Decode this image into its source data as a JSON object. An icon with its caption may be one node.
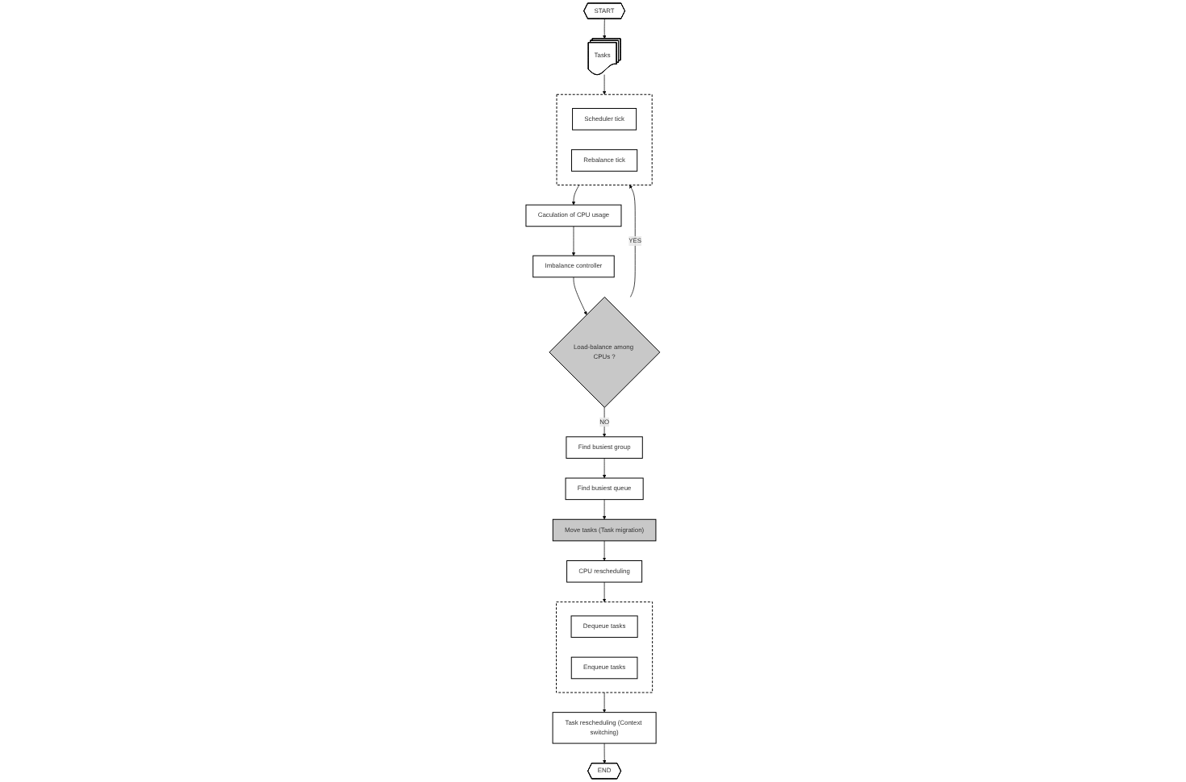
{
  "diagram": {
    "nodes": [
      {
        "text": [
          "START"
        ]
      },
      {
        "text": [
          "Tasks"
        ]
      },
      {
        "text": [],
        "shape": "box"
      },
      {
        "text": [
          "Scheduler tick"
        ],
        "in": 2
      },
      {
        "text": [
          "Rebalance tick"
        ],
        "in": 2
      },
      {
        "text": [
          "Caculation of CPU usage"
        ]
      },
      {
        "text": [
          "Imbalance controller"
        ]
      },
      {
        "text": [
          "Load-balance among CPUs ?"
        ]
      },
      {
        "text": [
          "Find busiest group"
        ]
      },
      {
        "text": [
          "Find busiest queue"
        ]
      },
      {
        "text": [
          "Move tasks (Task migration)"
        ]
      },
      {
        "text": [
          "CPU rescheduling"
        ]
      },
      {
        "text": [],
        "shape": "box"
      },
      {
        "text": [
          "Dequeue tasks"
        ],
        "in": 12
      },
      {
        "text": [
          "Enqueue tasks"
        ],
        "in": 12
      },
      {
        "text": [
          "Task rescheduling (Context switching)"
        ]
      },
      {
        "text": [
          "END"
        ]
      }
    ],
    "edges": [
      {
        "from": 0,
        "to": 1,
        "arrow": "to"
      },
      {
        "from": 1,
        "to": 2,
        "arrow": "to"
      },
      {
        "from": 2,
        "to": 5,
        "arrow": "to"
      },
      {
        "from": 5,
        "to": 6,
        "arrow": "to"
      },
      {
        "from": 6,
        "to": 7,
        "arrow": "to"
      },
      {
        "from": 7,
        "to": 8,
        "label": "NO",
        "arrow": "to"
      },
      {
        "from": 7,
        "to": 2,
        "label": "YES",
        "arrow": "to"
      },
      {
        "from": 8,
        "to": 9,
        "arrow": "to"
      },
      {
        "from": 9,
        "to": 10,
        "arrow": "to"
      },
      {
        "from": 10,
        "to": 11,
        "arrow": "to"
      },
      {
        "from": 11,
        "to": 12,
        "arrow": "to"
      },
      {
        "from": 12,
        "to": 15,
        "arrow": "to"
      },
      {
        "from": 15,
        "to": 16,
        "arrow": "to"
      }
    ]
  }
}
